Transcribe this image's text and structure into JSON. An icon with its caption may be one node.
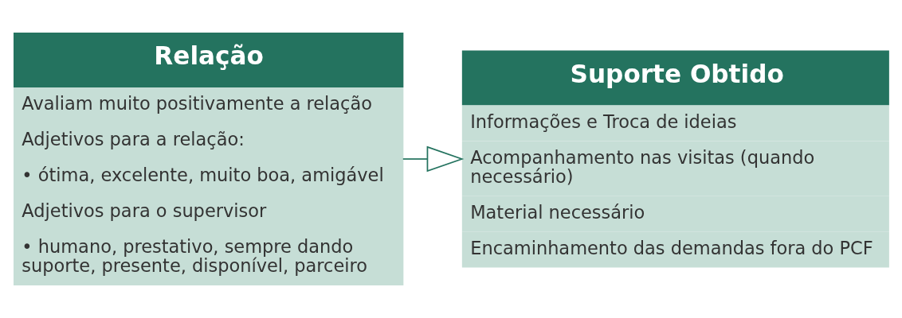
{
  "diagram": {
    "nodes": [
      {
        "text": [
          "Relação",
          "Avaliam muito positivamente a relação",
          "Adjetivos para a relação:",
          "• ótima, excelente, muito boa, amigável",
          "Adjetivos para o supervisor",
          "• humano, prestativo, sempre dando suporte, presente, disponível, parceiro"
        ]
      },
      {
        "text": [
          "Suporte Obtido",
          "Informações e Troca de ideias",
          "Acompanhamento nas visitas (quando necessário)",
          "Material necessário",
          "Encaminhamento das demandas fora do PCF"
        ]
      }
    ],
    "edges": [
      {
        "from": 0,
        "to": 1,
        "arrow": "to"
      }
    ]
  }
}
